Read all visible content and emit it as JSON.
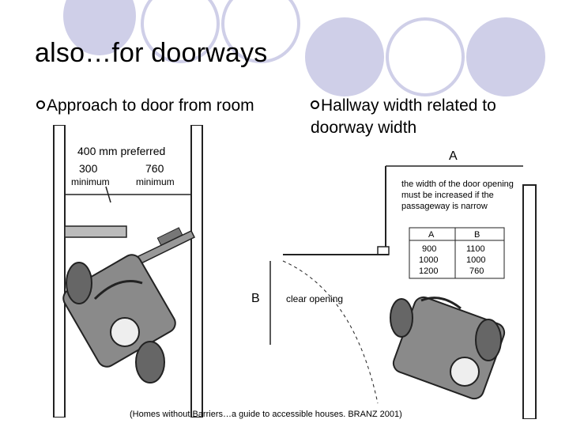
{
  "slide": {
    "title": "also…for doorways",
    "bullets": [
      {
        "text": "Approach to door from room"
      },
      {
        "text": "Hallway width related to doorway width"
      }
    ]
  },
  "figure_left": {
    "label_preferred": "400 mm preferred",
    "label_min_300": "300",
    "label_min_300_sub": "minimum",
    "label_min_760": "760",
    "label_min_760_sub": "minimum"
  },
  "figure_right": {
    "label_a": "A",
    "label_b": "B",
    "note_line1": "the width of the door opening",
    "note_line2": "must be increased if the",
    "note_line3": "passageway is narrow",
    "clear_opening": "clear opening",
    "table": {
      "headers": [
        "A",
        "B"
      ],
      "rows": [
        [
          "900",
          "1100"
        ],
        [
          "1000",
          "1000"
        ],
        [
          "1200",
          "760"
        ]
      ]
    }
  },
  "citation": "(Homes without Barriers…a guide to accessible houses. BRANZ 2001)"
}
